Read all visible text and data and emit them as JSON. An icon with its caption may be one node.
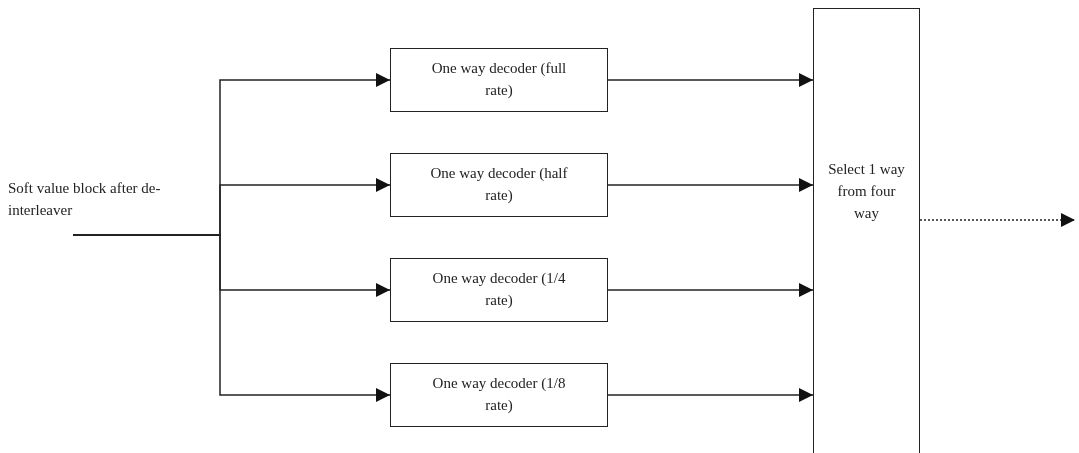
{
  "diagram": {
    "nodes": [
      {
        "text": [
          "Soft value block after de-interleaver"
        ]
      },
      {
        "text": [
          "One way decoder (full rate)"
        ]
      },
      {
        "text": [
          "One way decoder (half rate)"
        ]
      },
      {
        "text": [
          "One way decoder (1/4 rate)"
        ]
      },
      {
        "text": [
          "One way decoder (1/8 rate)"
        ]
      },
      {
        "text": [
          "Select 1 way from four way"
        ]
      }
    ],
    "edges": [
      {
        "from": 0,
        "to": 1,
        "arrow": "to"
      },
      {
        "from": 0,
        "to": 2,
        "arrow": "to"
      },
      {
        "from": 0,
        "to": 3,
        "arrow": "to"
      },
      {
        "from": 0,
        "to": 4,
        "arrow": "to"
      },
      {
        "from": 1,
        "to": 5,
        "arrow": "to"
      },
      {
        "from": 2,
        "to": 5,
        "arrow": "to"
      },
      {
        "from": 3,
        "to": 5,
        "arrow": "to"
      },
      {
        "from": 4,
        "to": 5,
        "arrow": "to"
      },
      {
        "from": 5,
        "to": null,
        "arrow": "to",
        "style": "dashed"
      }
    ]
  }
}
